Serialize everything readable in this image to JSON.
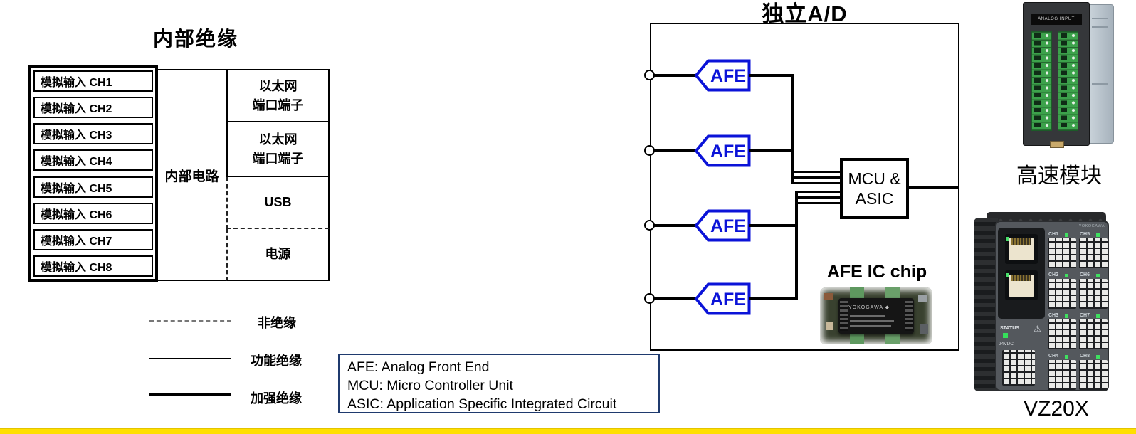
{
  "colors": {
    "afe_blue": "#0b13d8",
    "abbrev_border": "#1f3a6e",
    "bottom_bar": "#ffdf00",
    "terminal_green": "#3ca24b"
  },
  "left": {
    "title": "内部绝缘",
    "channels": [
      "模拟输入 CH1",
      "模拟输入 CH2",
      "模拟输入 CH3",
      "模拟输入 CH4",
      "模拟输入 CH5",
      "模拟输入 CH6",
      "模拟输入 CH7",
      "模拟输入 CH8"
    ],
    "internal_circuit": "内部电路",
    "io_cells": [
      {
        "line1": "以太网",
        "line2": "端口端子",
        "insulation": "functional"
      },
      {
        "line1": "以太网",
        "line2": "端口端子",
        "insulation": "functional"
      },
      {
        "line1": "USB",
        "insulation": "none"
      },
      {
        "line1": "电源",
        "insulation": "none"
      }
    ],
    "legend": [
      {
        "label": "非绝缘",
        "line_style": "dashed"
      },
      {
        "label": "功能绝缘",
        "line_style": "thin-solid"
      },
      {
        "label": "加强绝缘",
        "line_style": "thick-solid"
      }
    ]
  },
  "abbrev": {
    "line1": "AFE: Analog Front End",
    "line2": "MCU: Micro Controller Unit",
    "line3": "ASIC: Application Specific Integrated Circuit"
  },
  "middle": {
    "title": "独立A/D",
    "afe": "AFE",
    "mcu_line1": "MCU &",
    "mcu_line2": "ASIC",
    "chip_caption": "AFE IC chip",
    "chip_brand": "YOKOGAWA ◆"
  },
  "products": {
    "hs": {
      "caption": "高速模块",
      "label": "ANALOG INPUT"
    },
    "vz": {
      "caption": "VZ20X",
      "status": "STATUS",
      "power": "24VDC",
      "brand": "YOKOGAWA",
      "warning": "⚠",
      "channels": [
        "CH1",
        "CH2",
        "CH3",
        "CH4",
        "CH5",
        "CH6",
        "CH7",
        "CH8"
      ]
    }
  }
}
